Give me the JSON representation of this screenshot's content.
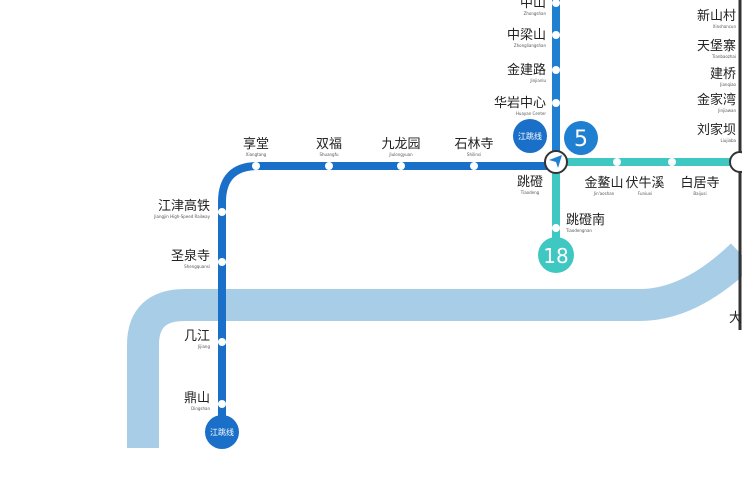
{
  "colors": {
    "line_5": "#1f7fd0",
    "line_18": "#3fc7c2",
    "line_jiangtiao": "#1a6fc8",
    "river": "#a8cde6",
    "right_line": "#333333"
  },
  "badges": {
    "line_5": "5",
    "line_18": "18",
    "jiangtiao": "江跳线"
  },
  "line_5_stations": [
    {
      "name": "中山",
      "en": "Zhongshan"
    },
    {
      "name": "中梁山",
      "en": "Zhongliangshan"
    },
    {
      "name": "金建路",
      "en": "Jinjianlu"
    },
    {
      "name": "华岩中心",
      "en": "Huayan Center"
    }
  ],
  "interchange": {
    "name": "跳磴",
    "en": "Tiaodeng"
  },
  "line_18_stations": [
    {
      "name": "金鳌山",
      "en": "Jin'aoshan"
    },
    {
      "name": "伏牛溪",
      "en": "Funiuxi"
    },
    {
      "name": "白居寺",
      "en": "Baijusi"
    }
  ],
  "line_18_south": {
    "name": "跳磴南",
    "en": "Tiaodengnan"
  },
  "jiangtiao_stations": [
    {
      "name": "石林寺",
      "en": "Shilinsi"
    },
    {
      "name": "九龙园",
      "en": "Jiulongyuan"
    },
    {
      "name": "双福",
      "en": "Shuangfu"
    },
    {
      "name": "享堂",
      "en": "Xiangtang"
    },
    {
      "name": "江津高铁",
      "en": "Jiangjin High-Speed Railway"
    },
    {
      "name": "圣泉寺",
      "en": "Shengquansi"
    },
    {
      "name": "几江",
      "en": "Jijiang"
    },
    {
      "name": "鼎山",
      "en": "Dingshan"
    }
  ],
  "right_stations": [
    {
      "name": "新山村",
      "en": "Xinshancun"
    },
    {
      "name": "天堡寨",
      "en": "Tianbaozhai"
    },
    {
      "name": "建桥",
      "en": "Jianqiao"
    },
    {
      "name": "金家湾",
      "en": "Jinjiawan"
    },
    {
      "name": "刘家坝",
      "en": "Liujiaba"
    },
    {
      "name": "大",
      "en": ""
    }
  ]
}
